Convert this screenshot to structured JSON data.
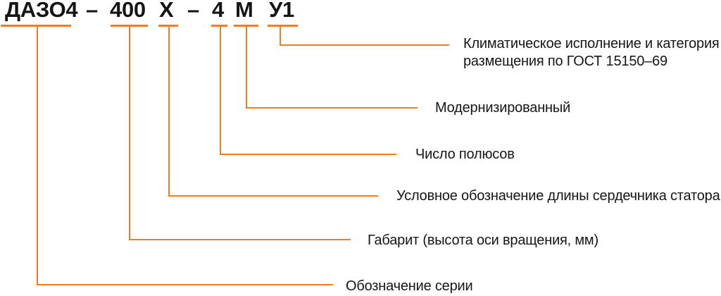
{
  "code": {
    "segments": [
      "ДАЗО4",
      "–",
      "400",
      "Х",
      "–",
      "4",
      "М",
      "У1"
    ]
  },
  "labels": [
    {
      "code_part": "У1",
      "line1": "Климатическое исполнение и категория",
      "line2": "размещения по ГОСТ 15150–69"
    },
    {
      "code_part": "М",
      "line1": "Модернизированный"
    },
    {
      "code_part": "4",
      "line1": "Число полюсов"
    },
    {
      "code_part": "Х",
      "line1": "Условное обозначение длины сердечника статора"
    },
    {
      "code_part": "400",
      "line1": "Габарит (высота оси вращения, мм)"
    },
    {
      "code_part": "ДАЗО4",
      "line1": "Обозначение серии"
    }
  ],
  "colors": {
    "accent_line": "#EE7E24",
    "text": "#161616"
  }
}
